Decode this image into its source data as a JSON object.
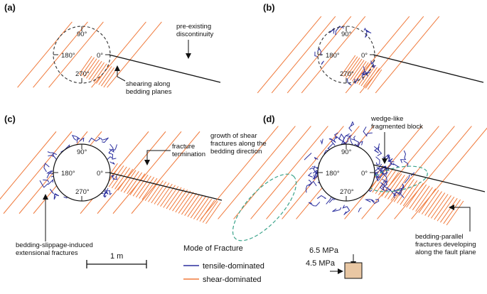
{
  "panels": [
    {
      "label": "(a)",
      "degrees": [
        "90°",
        "180°",
        "0°",
        "270°"
      ]
    },
    {
      "label": "(b)",
      "degrees": [
        "90°",
        "180°",
        "0°",
        "270°"
      ]
    },
    {
      "label": "(c)",
      "degrees": [
        "90°",
        "180°",
        "0°",
        "270°"
      ]
    },
    {
      "label": "(d)",
      "degrees": [
        "90°",
        "180°",
        "0°",
        "270°"
      ]
    }
  ],
  "annotations": {
    "pre_existing_1": "pre-existing",
    "pre_existing_2": "discontinuity",
    "shearing_1": "shearing along",
    "shearing_2": "bedding planes",
    "fracture_1": "fracture",
    "fracture_2": "termination",
    "slippage_1": "bedding-slippage-induced",
    "slippage_2": "extensional fractures",
    "growth_1": "growth of shear",
    "growth_2": "fractures along the",
    "growth_3": "bedding direction",
    "wedge_1": "wedge-like",
    "wedge_2": "fragmented block",
    "bedding_parallel_1": "bedding-parallel",
    "bedding_parallel_2": "fractures developing",
    "bedding_parallel_3": "along the fault plane"
  },
  "legend": {
    "title": "Mode of Fracture",
    "tensile": "tensile-dominated",
    "shear": "shear-dominated",
    "tensile_color": "#2b2f9e",
    "shear_color": "#f07a3c"
  },
  "scale": {
    "label": "1 m"
  },
  "stress": {
    "vertical": "6.5 MPa",
    "horizontal": "4.5 MPa",
    "block_color": "#e9c7a3"
  }
}
